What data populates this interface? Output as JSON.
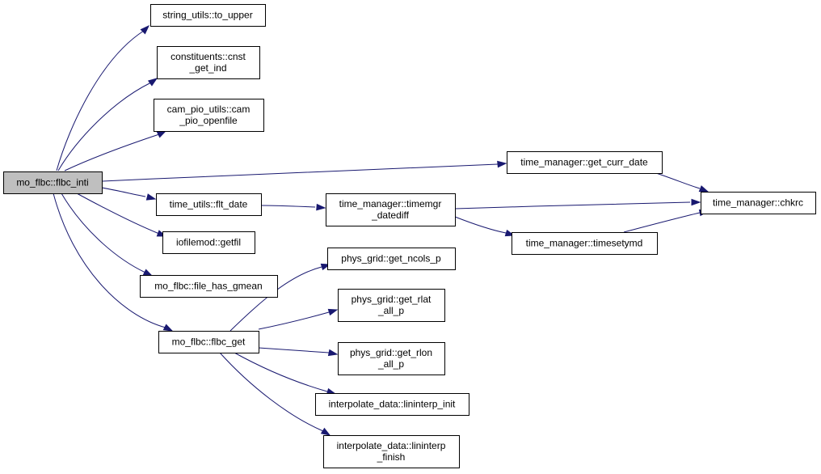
{
  "diagram": {
    "type": "call-graph",
    "colors": {
      "edge": "#191970",
      "node_fill": "#ffffff",
      "root_fill": "#bfbfbf",
      "node_border": "#000000"
    },
    "nodes": [
      {
        "id": "root",
        "lines": [
          "mo_flbc::flbc_inti"
        ],
        "root": true
      },
      {
        "id": "to_upper",
        "lines": [
          "string_utils::to_upper"
        ]
      },
      {
        "id": "cnst_get_ind",
        "lines": [
          "constituents::cnst",
          "_get_ind"
        ]
      },
      {
        "id": "cam_pio_openfile",
        "lines": [
          "cam_pio_utils::cam",
          "_pio_openfile"
        ]
      },
      {
        "id": "flt_date",
        "lines": [
          "time_utils::flt_date"
        ]
      },
      {
        "id": "getfil",
        "lines": [
          "iofilemod::getfil"
        ]
      },
      {
        "id": "file_has_gmean",
        "lines": [
          "mo_flbc::file_has_gmean"
        ]
      },
      {
        "id": "flbc_get",
        "lines": [
          "mo_flbc::flbc_get"
        ]
      },
      {
        "id": "get_curr_date",
        "lines": [
          "time_manager::get_curr_date"
        ]
      },
      {
        "id": "timemgr_datediff",
        "lines": [
          "time_manager::timemgr",
          "_datediff"
        ]
      },
      {
        "id": "timesetymd",
        "lines": [
          "time_manager::timesetymd"
        ]
      },
      {
        "id": "chkrc",
        "lines": [
          "time_manager::chkrc"
        ]
      },
      {
        "id": "get_ncols_p",
        "lines": [
          "phys_grid::get_ncols_p"
        ]
      },
      {
        "id": "get_rlat_all_p",
        "lines": [
          "phys_grid::get_rlat",
          "_all_p"
        ]
      },
      {
        "id": "get_rlon_all_p",
        "lines": [
          "phys_grid::get_rlon",
          "_all_p"
        ]
      },
      {
        "id": "lininterp_init",
        "lines": [
          "interpolate_data::lininterp_init"
        ]
      },
      {
        "id": "lininterp_finish",
        "lines": [
          "interpolate_data::lininterp",
          "_finish"
        ]
      }
    ],
    "edges": [
      [
        "root",
        "to_upper"
      ],
      [
        "root",
        "cnst_get_ind"
      ],
      [
        "root",
        "cam_pio_openfile"
      ],
      [
        "root",
        "get_curr_date"
      ],
      [
        "root",
        "flt_date"
      ],
      [
        "root",
        "getfil"
      ],
      [
        "root",
        "file_has_gmean"
      ],
      [
        "root",
        "flbc_get"
      ],
      [
        "flt_date",
        "timemgr_datediff"
      ],
      [
        "get_curr_date",
        "chkrc"
      ],
      [
        "timemgr_datediff",
        "chkrc"
      ],
      [
        "timemgr_datediff",
        "timesetymd"
      ],
      [
        "timesetymd",
        "chkrc"
      ],
      [
        "flbc_get",
        "get_ncols_p"
      ],
      [
        "flbc_get",
        "get_rlat_all_p"
      ],
      [
        "flbc_get",
        "get_rlon_all_p"
      ],
      [
        "flbc_get",
        "lininterp_init"
      ],
      [
        "flbc_get",
        "lininterp_finish"
      ]
    ]
  }
}
